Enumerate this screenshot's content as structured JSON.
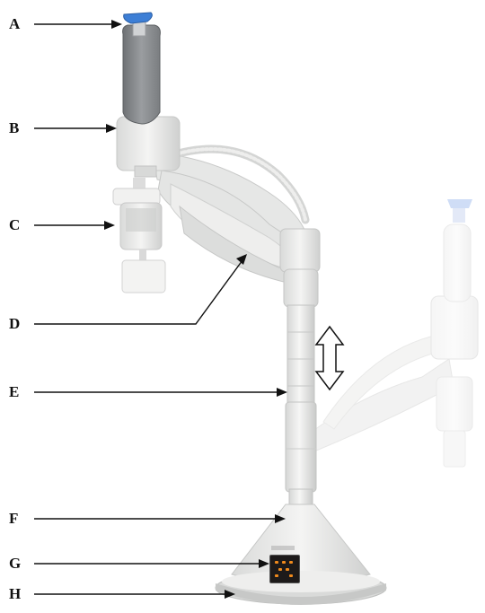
{
  "labels": [
    {
      "id": "A",
      "text": "A"
    },
    {
      "id": "B",
      "text": "B"
    },
    {
      "id": "C",
      "text": "C"
    },
    {
      "id": "D",
      "text": "D"
    },
    {
      "id": "E",
      "text": "E"
    },
    {
      "id": "F",
      "text": "F"
    },
    {
      "id": "G",
      "text": "G"
    },
    {
      "id": "H",
      "text": "H"
    }
  ],
  "colors": {
    "body_white": "#efefee",
    "body_shade": "#d2d3d2",
    "handle_grey": "#8f9295",
    "handle_dark": "#6e7174",
    "plunger_blue": "#3d7fd6",
    "ghost_plunger": "#a9c2f0",
    "arrow_black": "#111111",
    "display_orange": "#f08a1c"
  },
  "icons": {
    "height_adjust": "double-headed-vertical-arrow-icon"
  }
}
